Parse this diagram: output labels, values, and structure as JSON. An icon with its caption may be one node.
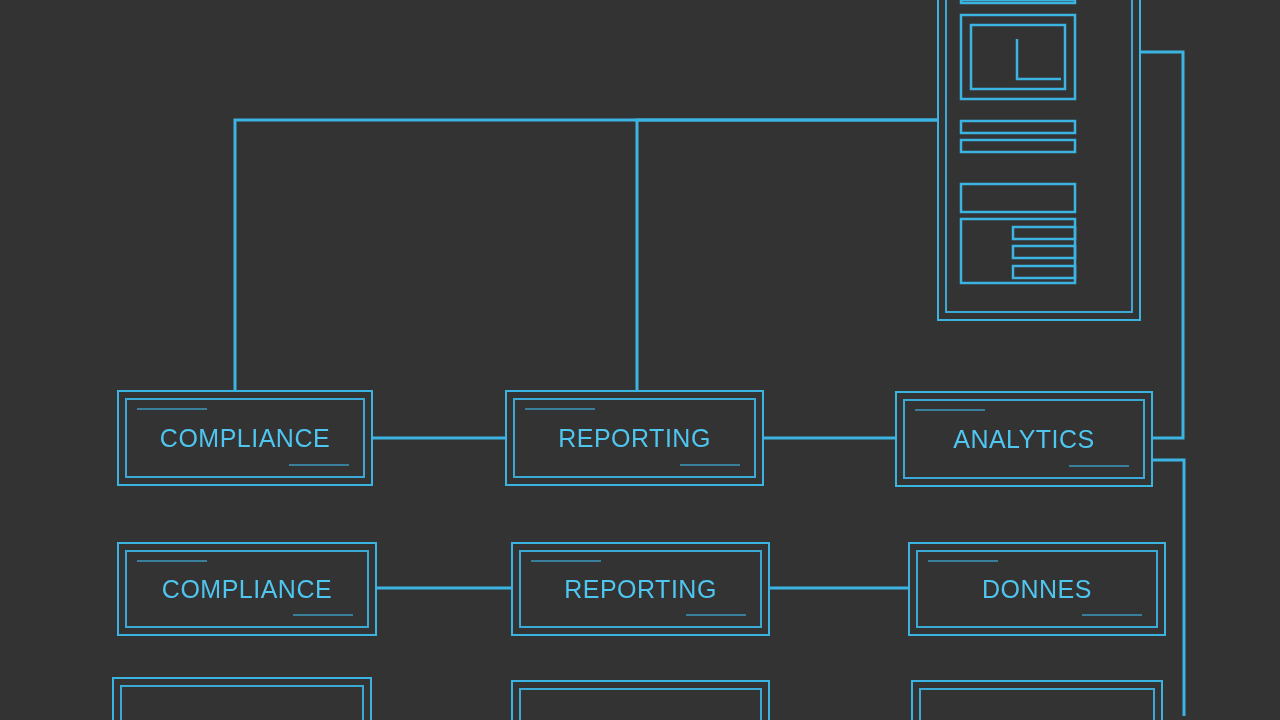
{
  "diagram": {
    "nodes": [
      {
        "text": [],
        "shape": "box"
      },
      {
        "text": [
          "COMPLIANCE"
        ]
      },
      {
        "text": [
          "REPORTING"
        ]
      },
      {
        "text": [
          "ANALYTICS"
        ]
      },
      {
        "text": [
          "COMPLIANCE"
        ]
      },
      {
        "text": [
          "REPORTING"
        ]
      },
      {
        "text": [
          "DONNES"
        ]
      },
      {
        "text": [],
        "shape": "box"
      },
      {
        "text": [],
        "shape": "box"
      },
      {
        "text": [],
        "shape": "box"
      }
    ],
    "edges": [
      {
        "from": 0,
        "to": 1,
        "arrow": "none"
      },
      {
        "from": 0,
        "to": 2,
        "arrow": "none"
      },
      {
        "from": 1,
        "to": 2,
        "arrow": "none"
      },
      {
        "from": 2,
        "to": 3,
        "arrow": "none"
      },
      {
        "from": 3,
        "to": 0,
        "arrow": "none"
      },
      {
        "from": 4,
        "to": 5,
        "arrow": "none"
      },
      {
        "from": 5,
        "to": 6,
        "arrow": "none"
      },
      {
        "from": 3,
        "to": null,
        "arrow": "none"
      }
    ]
  }
}
